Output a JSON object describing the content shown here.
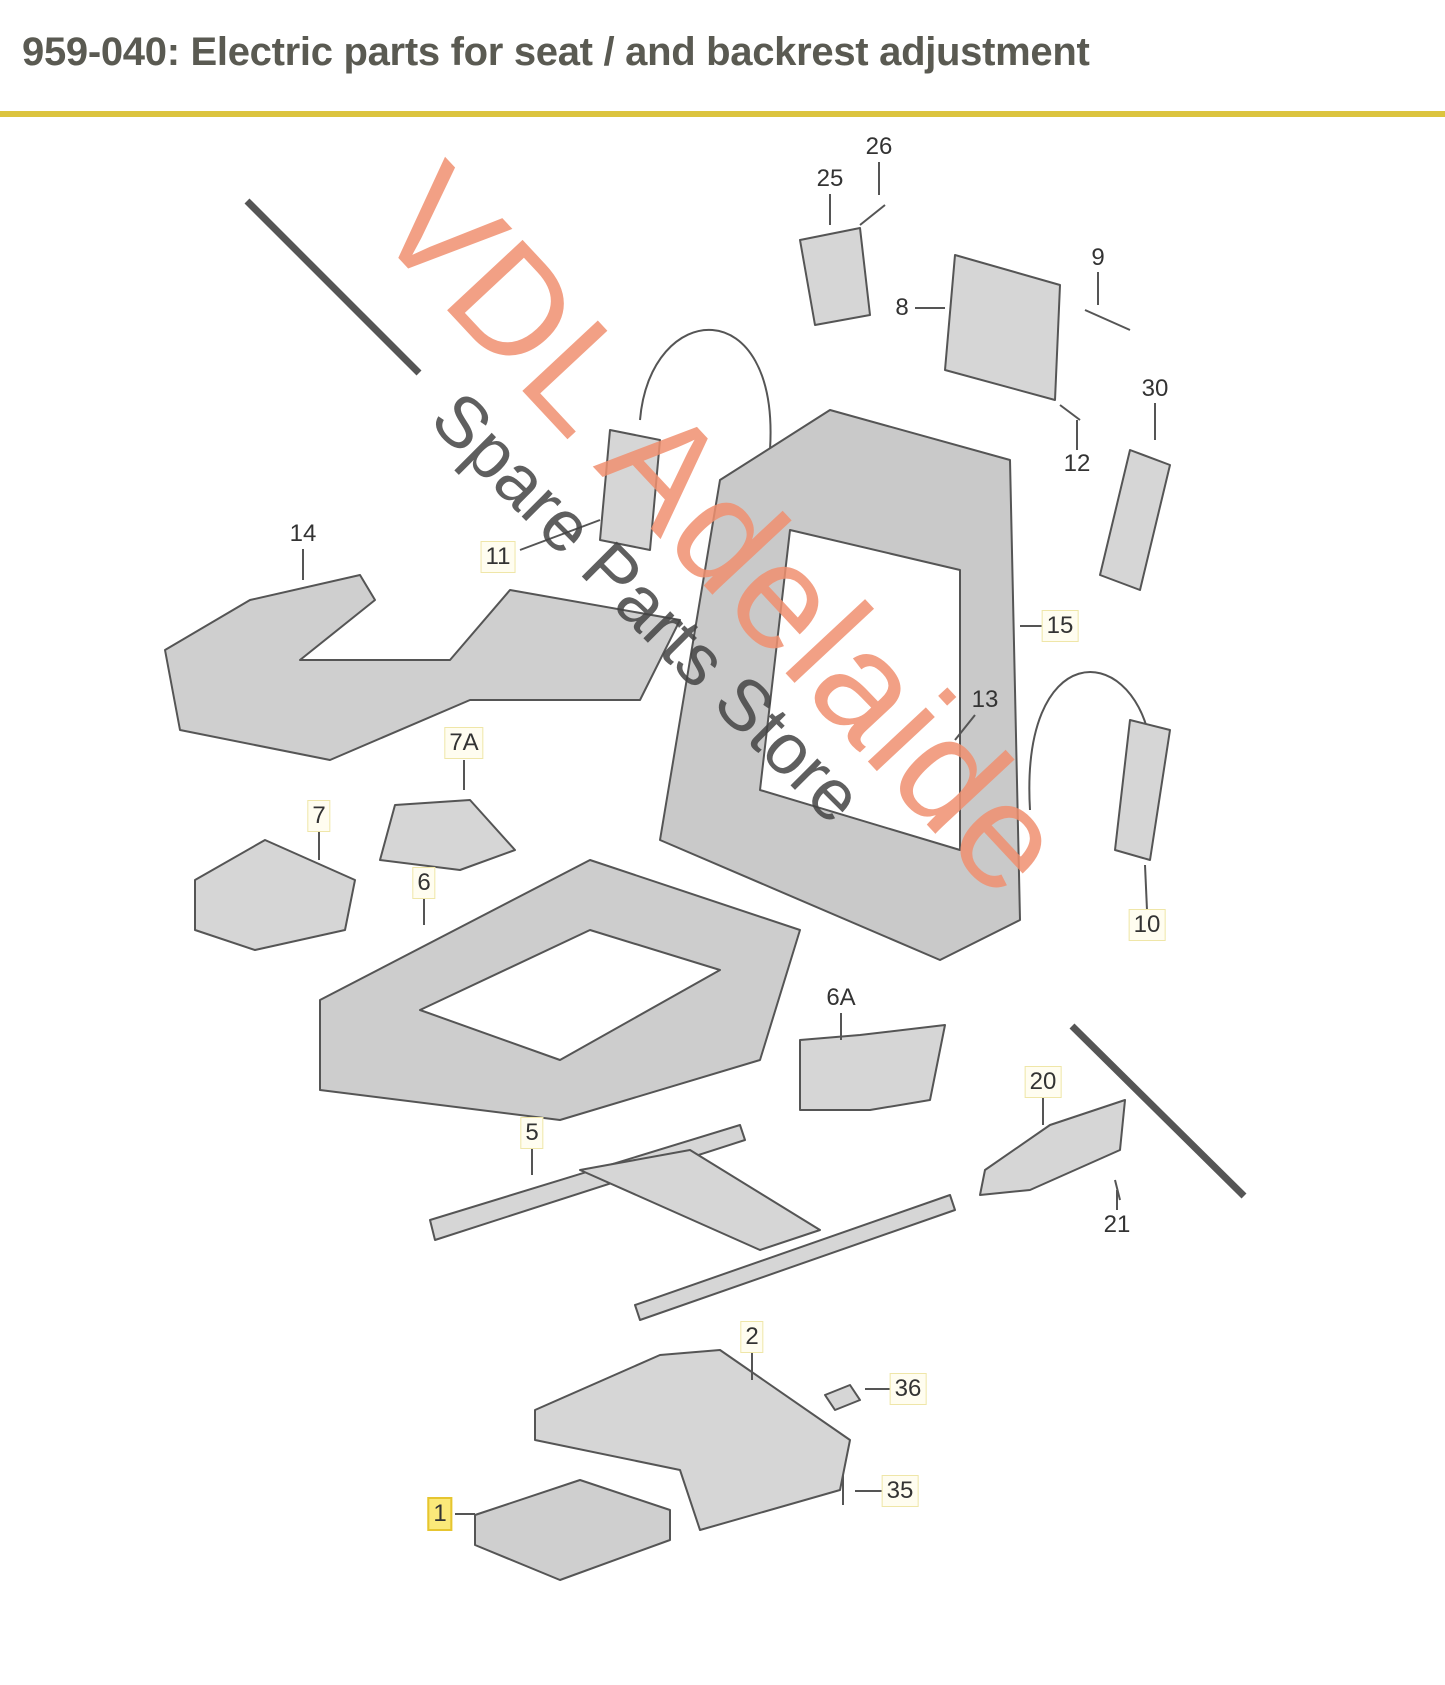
{
  "header": {
    "title": "959-040: Electric parts for seat / and backrest adjustment",
    "accent_color": "#dcc43e"
  },
  "watermark": {
    "brand": "VDL Adelaide",
    "subtitle": "Spare Parts Store"
  },
  "labels": [
    "26",
    "25",
    "9",
    "8",
    "30",
    "12",
    "11",
    "14",
    "15",
    "7A",
    "13",
    "7",
    "6",
    "10",
    "6A",
    "20",
    "5",
    "21",
    "2",
    "36",
    "35",
    "1"
  ]
}
